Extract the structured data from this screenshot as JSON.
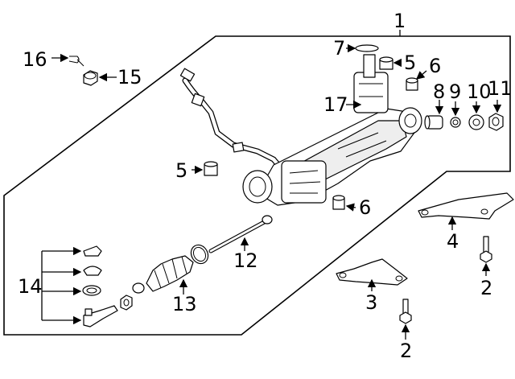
{
  "diagram": {
    "callouts": {
      "c1": "1",
      "c2a": "2",
      "c2b": "2",
      "c3": "3",
      "c4": "4",
      "c5a": "5",
      "c5b": "5",
      "c6a": "6",
      "c6b": "6",
      "c7": "7",
      "c8": "8",
      "c9": "9",
      "c10": "10",
      "c11": "11",
      "c12": "12",
      "c13": "13",
      "c14": "14",
      "c15": "15",
      "c16": "16",
      "c17": "17"
    }
  }
}
